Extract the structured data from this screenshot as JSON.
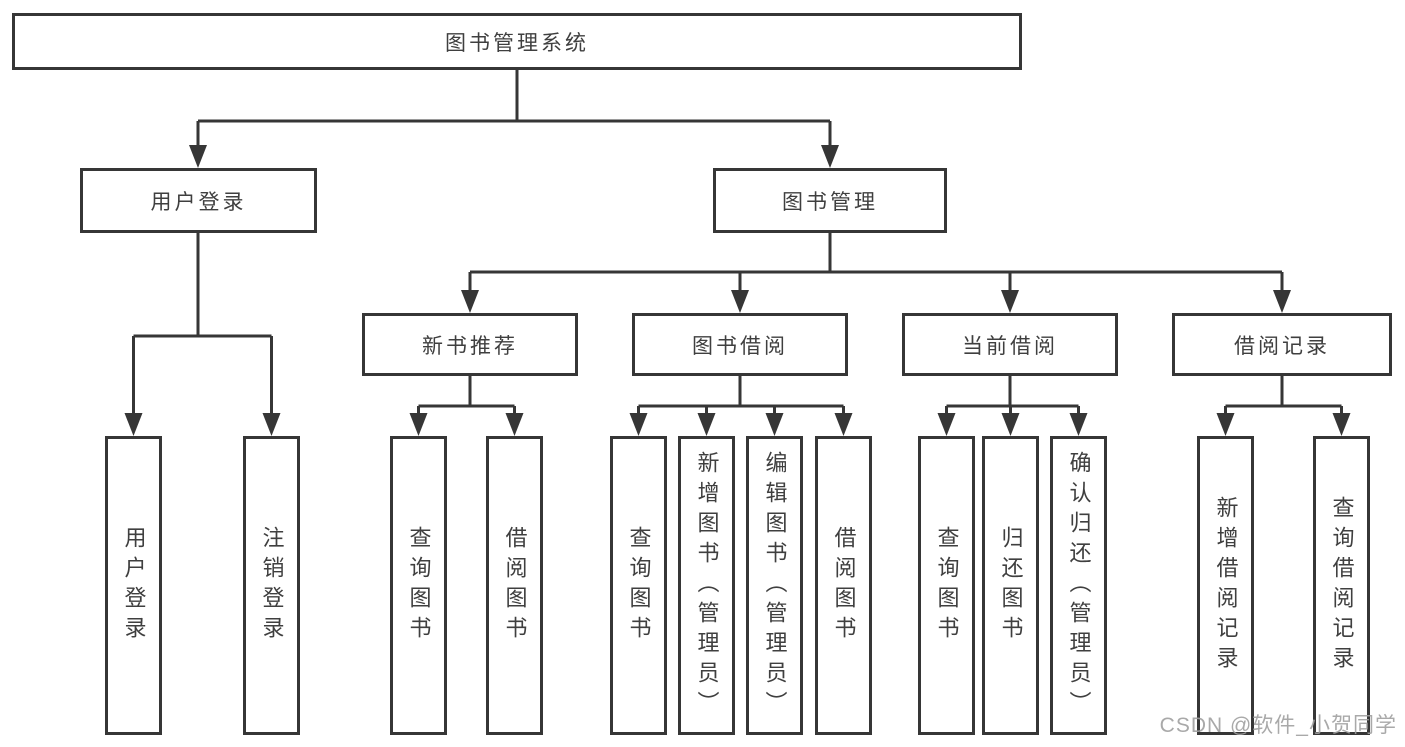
{
  "page": {
    "watermark": "CSDN @软件_小贺同学"
  },
  "colors": {
    "line": "#363636",
    "box_border": "#363636",
    "box_fill": "#ffffff",
    "text": "#3f3f3f",
    "watermark": "#a0a0a0"
  },
  "tree": {
    "root": {
      "label": "图书管理系统"
    },
    "branches": [
      {
        "label": "用户登录",
        "children": [
          {
            "label": "用户登录"
          },
          {
            "label": "注销登录"
          }
        ]
      },
      {
        "label": "图书管理",
        "children": [
          {
            "label": "新书推荐",
            "children": [
              {
                "label": "查询图书"
              },
              {
                "label": "借阅图书"
              }
            ]
          },
          {
            "label": "图书借阅",
            "children": [
              {
                "label": "查询图书"
              },
              {
                "label": "新增图书（管理员）"
              },
              {
                "label": "编辑图书（管理员）"
              },
              {
                "label": "借阅图书"
              }
            ]
          },
          {
            "label": "当前借阅",
            "children": [
              {
                "label": "查询图书"
              },
              {
                "label": "归还图书"
              },
              {
                "label": "确认归还（管理员）"
              }
            ]
          },
          {
            "label": "借阅记录",
            "children": [
              {
                "label": "新增借阅记录"
              },
              {
                "label": "查询借阅记录"
              }
            ]
          }
        ]
      }
    ]
  }
}
